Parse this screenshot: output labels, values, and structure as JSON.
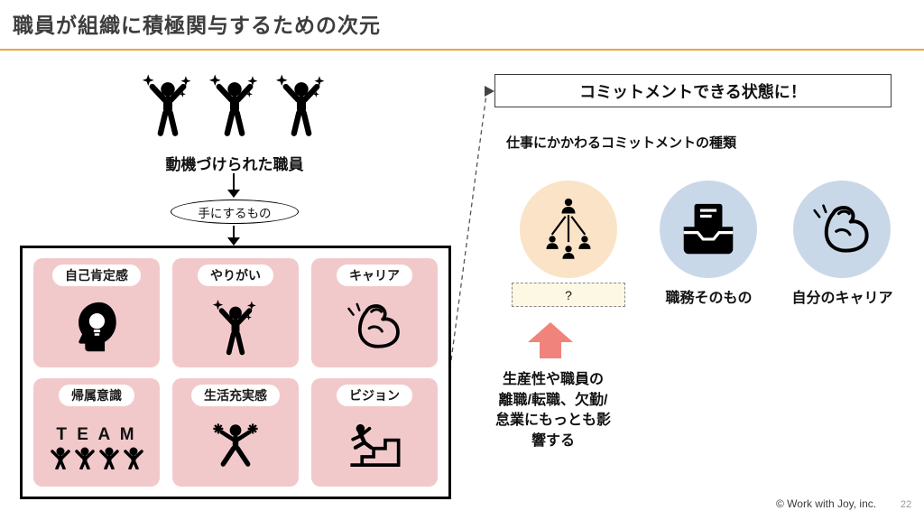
{
  "slide": {
    "title": "職員が組織に積極関与するための次元",
    "footer": {
      "copyright": "© Work with Joy, inc.",
      "page_number": "22"
    }
  },
  "left_panel": {
    "trio": {
      "icon": "cheering-person-icon",
      "count": 3
    },
    "motivated_label": "動機づけられた職員",
    "gain_pill": "手にするもの",
    "cards": [
      {
        "label": "自己肯定感",
        "icon": "idea-head-icon"
      },
      {
        "label": "やりがい",
        "icon": "cheering-person-icon"
      },
      {
        "label": "キャリア",
        "icon": "flexed-arm-icon"
      },
      {
        "label": "帰属意識",
        "icon": "team-people-icon",
        "team_text": "T E A M"
      },
      {
        "label": "生活充実感",
        "icon": "cheerleader-icon"
      },
      {
        "label": "ビジョン",
        "icon": "stairs-runner-icon"
      }
    ]
  },
  "right_panel": {
    "commitment_banner": "コミットメントできる状態に！",
    "types_heading": "仕事にかかわるコミットメントの種類",
    "commitment_types": [
      {
        "icon": "org-hierarchy-icon",
        "label": "?"
      },
      {
        "icon": "inbox-tray-icon",
        "label": "職務そのもの"
      },
      {
        "icon": "flexed-arm-icon",
        "label": "自分のキャリア"
      }
    ],
    "impact_text": "生産性や職員の\n離職/転職、欠勤/\n怠業にもっとも影\n響する"
  },
  "colors": {
    "card_pink": "#F2C9CB",
    "circle_peach": "#FAE3C6",
    "circle_blue": "#C9D8E9",
    "impact_arrow_red": "#F0837B",
    "header_line_orange": "#EFA435",
    "question_box_bg": "#FCF8E3"
  }
}
